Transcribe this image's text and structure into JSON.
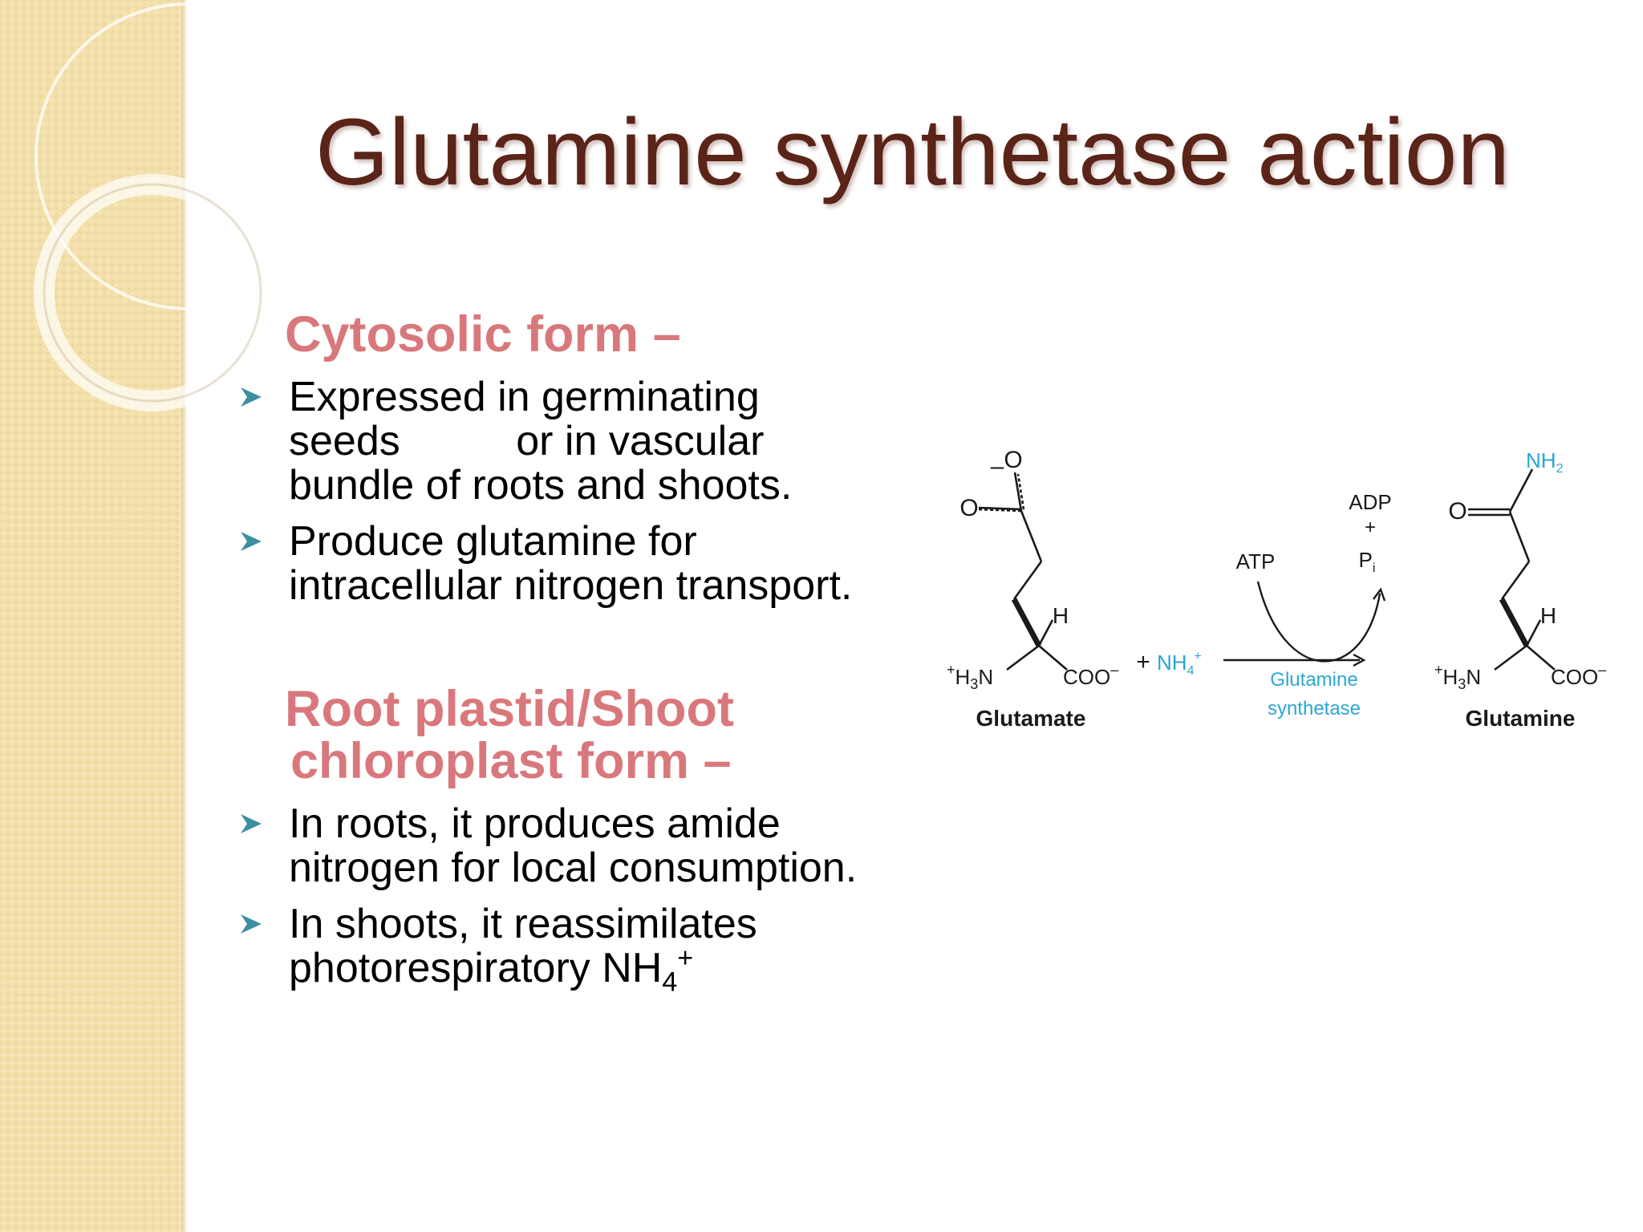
{
  "slide": {
    "title": "Glutamine synthetase action",
    "cytosolic": {
      "heading": "Cytosolic form –",
      "bullets": [
        {
          "lines": [
            "Expressed in germinating",
            "seeds          or in vascular",
            "bundle of roots and shoots."
          ]
        },
        {
          "lines": [
            "Produce glutamine for",
            "intracellular nitrogen transport."
          ]
        }
      ]
    },
    "plastid": {
      "heading_line1": "Root plastid/Shoot",
      "heading_line2": "chloroplast form –",
      "bullets": [
        {
          "lines": [
            "In roots, it produces amide",
            "nitrogen for local consumption."
          ]
        },
        {
          "line1": "In shoots, it reassimilates",
          "line2_text": "photorespiratory NH",
          "sub": "4",
          "sup": "+"
        }
      ]
    },
    "diagram": {
      "glutamate": {
        "name": "Glutamate",
        "o_top": "O",
        "minus": "–",
        "o_left": "O",
        "h": "H",
        "h3n_sup": "+",
        "h3n_main": "H",
        "h3n_sub": "3",
        "h3n_n": "N",
        "coo": "COO",
        "coo_sup": "–"
      },
      "plus": "+",
      "nh4": "NH",
      "nh4_sub": "4",
      "nh4_sup": "+",
      "atp": "ATP",
      "adp": "ADP",
      "adp_plus": "+",
      "pi": "P",
      "pi_sub": "i",
      "enzyme_line1": "Glutamine",
      "enzyme_line2": "synthetase",
      "glutamine": {
        "name": "Glutamine",
        "nh2": "NH",
        "nh2_sub": "2",
        "o_left": "O",
        "h": "H",
        "h3n_sup": "+",
        "h3n_main": "H",
        "h3n_sub": "3",
        "h3n_n": "N",
        "coo": "COO",
        "coo_sup": "–"
      }
    },
    "colors": {
      "title": "#5a2418",
      "heading": "#d9787c",
      "body_text": "#000000",
      "bullet_marker": "#3f8fa2",
      "diagram_accent": "#2aa6d6",
      "left_band": "#f3dfa9"
    }
  }
}
